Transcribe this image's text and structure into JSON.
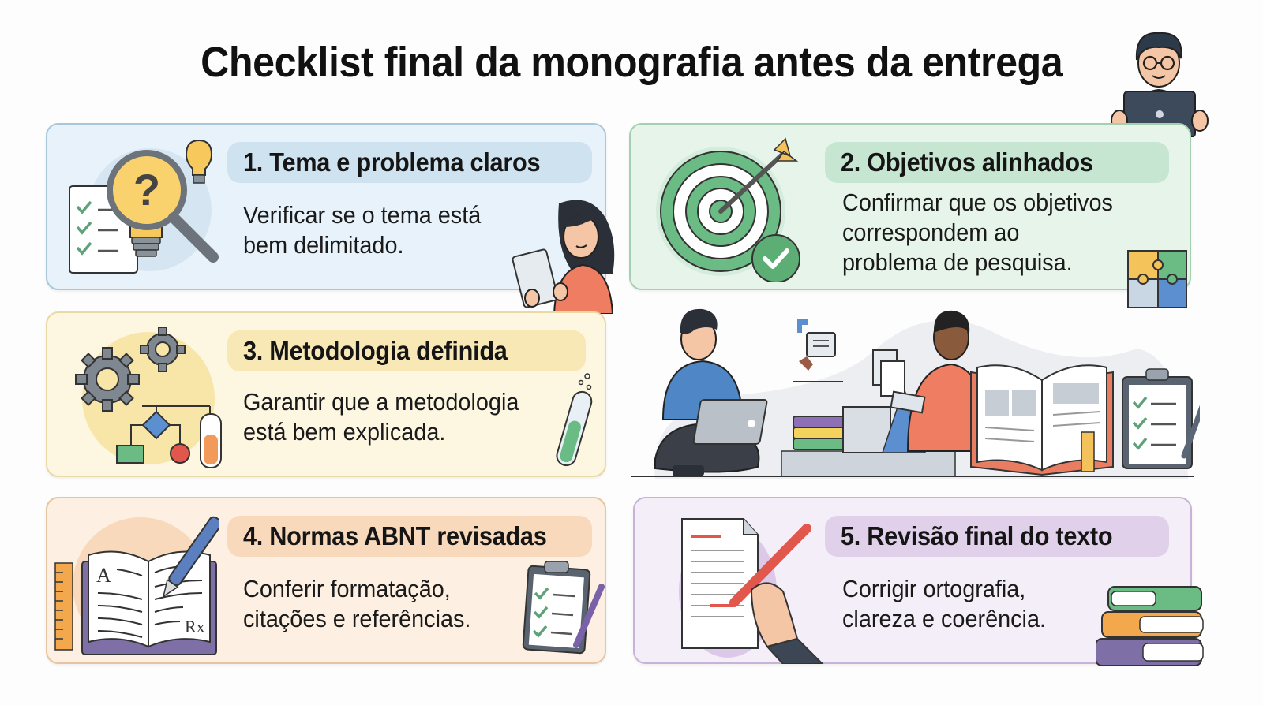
{
  "title": "Checklist final da monografia antes da entrega",
  "colors": {
    "card1_bg": "#e8f2fa",
    "card1_accent": "#cfe2f0",
    "card2_bg": "#e6f4ea",
    "card2_accent": "#c7e6d1",
    "card3_bg": "#fdf6e1",
    "card3_accent": "#f8e8b6",
    "card4_bg": "#fdf0e2",
    "card4_accent": "#f8d9bc",
    "card5_bg": "#f4eef8",
    "card5_accent": "#e1d0ea"
  },
  "items": [
    {
      "heading": "1. Tema e problema claros",
      "lines": [
        "Verificar se o tema está",
        "bem delimitado."
      ],
      "icons": [
        "magnifier-question-icon",
        "lightbulb-icon",
        "checklist-icon",
        "woman-reading-tablet"
      ]
    },
    {
      "heading": "2. Objetivos alinhados",
      "lines": [
        "Confirmar que os objetivos",
        "correspondem ao",
        "problema de pesquisa."
      ],
      "icons": [
        "target-arrow-icon",
        "check-circle-icon",
        "puzzle-icon"
      ]
    },
    {
      "heading": "3. Metodologia definida",
      "lines": [
        "Garantir que a metodologia",
        "está bem explicada."
      ],
      "icons": [
        "gears-icon",
        "flowchart-icon",
        "test-tube-icon"
      ]
    },
    {
      "heading": "4. Normas ABNT revisadas",
      "lines": [
        "Conferir formatação,",
        "citações e referências."
      ],
      "icons": [
        "open-book-icon",
        "pen-icon",
        "ruler-icon",
        "clipboard-checklist-icon"
      ]
    },
    {
      "heading": "5. Revisão final do texto",
      "lines": [
        "Corrigir ortografia,",
        "clareza e coerência."
      ],
      "icons": [
        "document-edit-icon",
        "hand-pen-icon",
        "books-stack-icon"
      ]
    }
  ],
  "center_scene": {
    "description": "students-studying-scene",
    "icons": [
      "student-laptop",
      "student-tablet",
      "open-book-icon",
      "clipboard-checklist-icon",
      "chat-bubble-icon",
      "books-stack-icon"
    ]
  },
  "corner_figure": "student-with-laptop"
}
